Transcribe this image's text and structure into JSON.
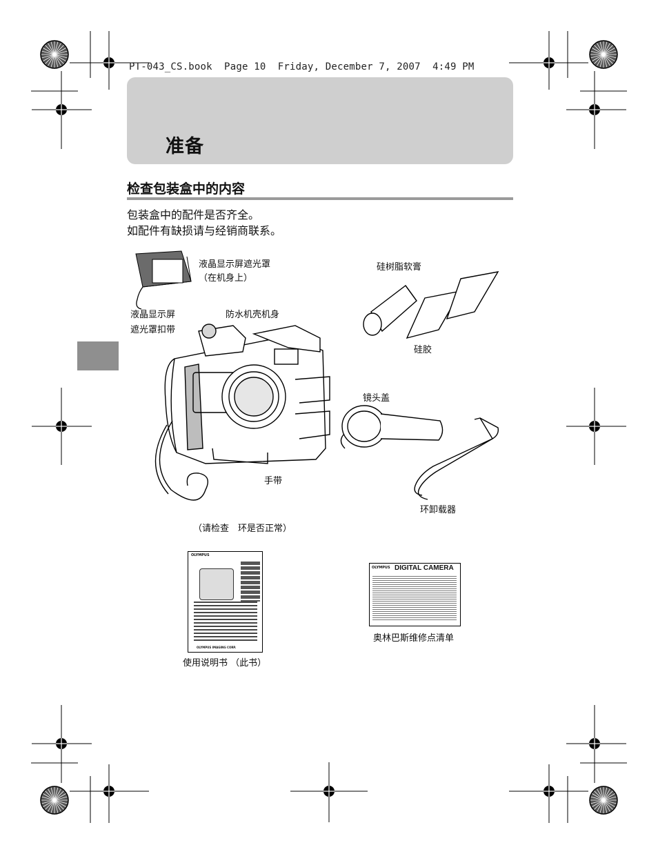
{
  "header_line": "PT-043_CS.book  Page 10  Friday, December 7, 2007  4:49 PM",
  "chapter_title": "准备",
  "section_title": "检查包装盒中的内容",
  "intro": [
    "包装盒中的配件是否齐全。",
    "如配件有缺损请与经销商联系。"
  ],
  "labels": {
    "lcd_hood": "液晶显示屏遮光罩",
    "lcd_hood_note": "（在机身上）",
    "hood_strap_1": "液晶显示屏",
    "hood_strap_2": "遮光罩扣带",
    "housing_body": "防水机壳机身",
    "silicone_grease": "硅树脂软膏",
    "silicone": "硅胶",
    "lens_cap": "镜头盖",
    "hand_strap": "手带",
    "check_note": "（请检查　环是否正常）",
    "ring_remover": "环卸载器",
    "manual": "使用说明书 （此书）",
    "warranty": "奥林巴斯维修点清单"
  },
  "manual_cover": {
    "brand": "OLYMPUS",
    "footer": "OLYMPUS IMAGING CORP."
  },
  "warranty_card": {
    "brand": "OLYMPUS",
    "title": "DIGITAL CAMERA"
  }
}
